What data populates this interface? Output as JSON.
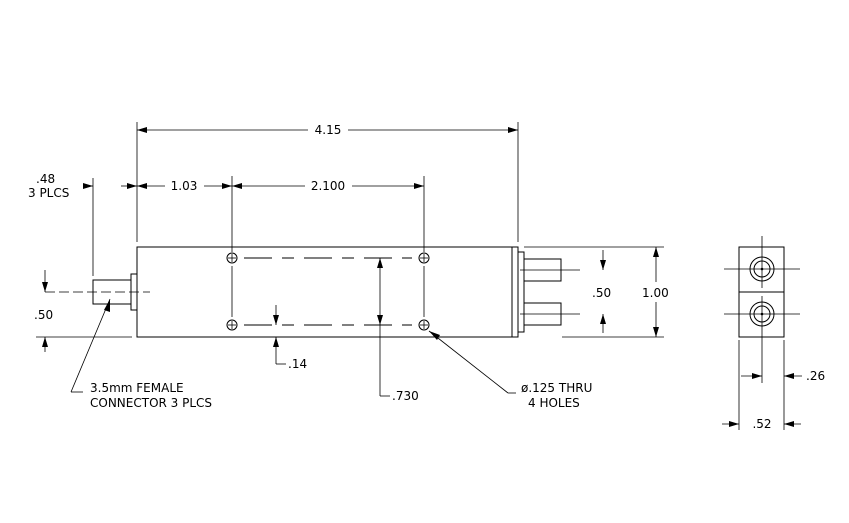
{
  "dimensions": {
    "overall_length": "4.15",
    "left_to_first_hole": "1.03",
    "hole_spacing_horizontal": "2.100",
    "connector_length_line1": ".48",
    "connector_length_line2": "3 PLCS",
    "connector_offset": ".50",
    "hole_offset_bottom": ".14",
    "hole_spacing_vertical": ".730",
    "connector_spacing": ".50",
    "overall_height": "1.00",
    "end_view_hole_offset": ".26",
    "end_view_width": ".52"
  },
  "callouts": {
    "connector_line1": "3.5mm FEMALE",
    "connector_line2": "CONNECTOR 3 PLCS",
    "holes_line1": "ø.125 THRU",
    "holes_line2": "4 HOLES"
  }
}
